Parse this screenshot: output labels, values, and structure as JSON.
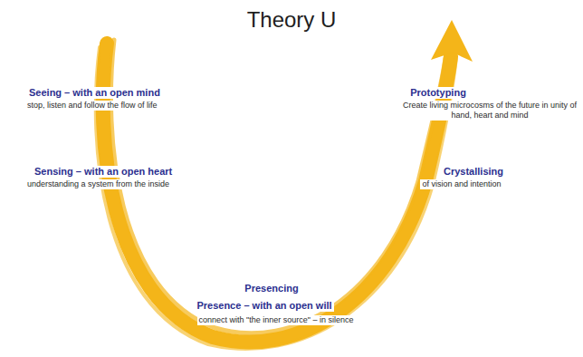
{
  "diagram": {
    "title": "Theory U",
    "labels": [
      "Seeing – with an open mind",
      "stop, listen and follow the flow of life",
      "Sensing – with an open heart",
      "understanding a system from the inside",
      "Presencing",
      "Presence – with an open will",
      "connect with \"the inner source\" – in silence",
      "Prototyping",
      "Create living microcosms of the future in unity of hand, heart and mind",
      "Crystallising",
      "of vision and intention"
    ]
  }
}
